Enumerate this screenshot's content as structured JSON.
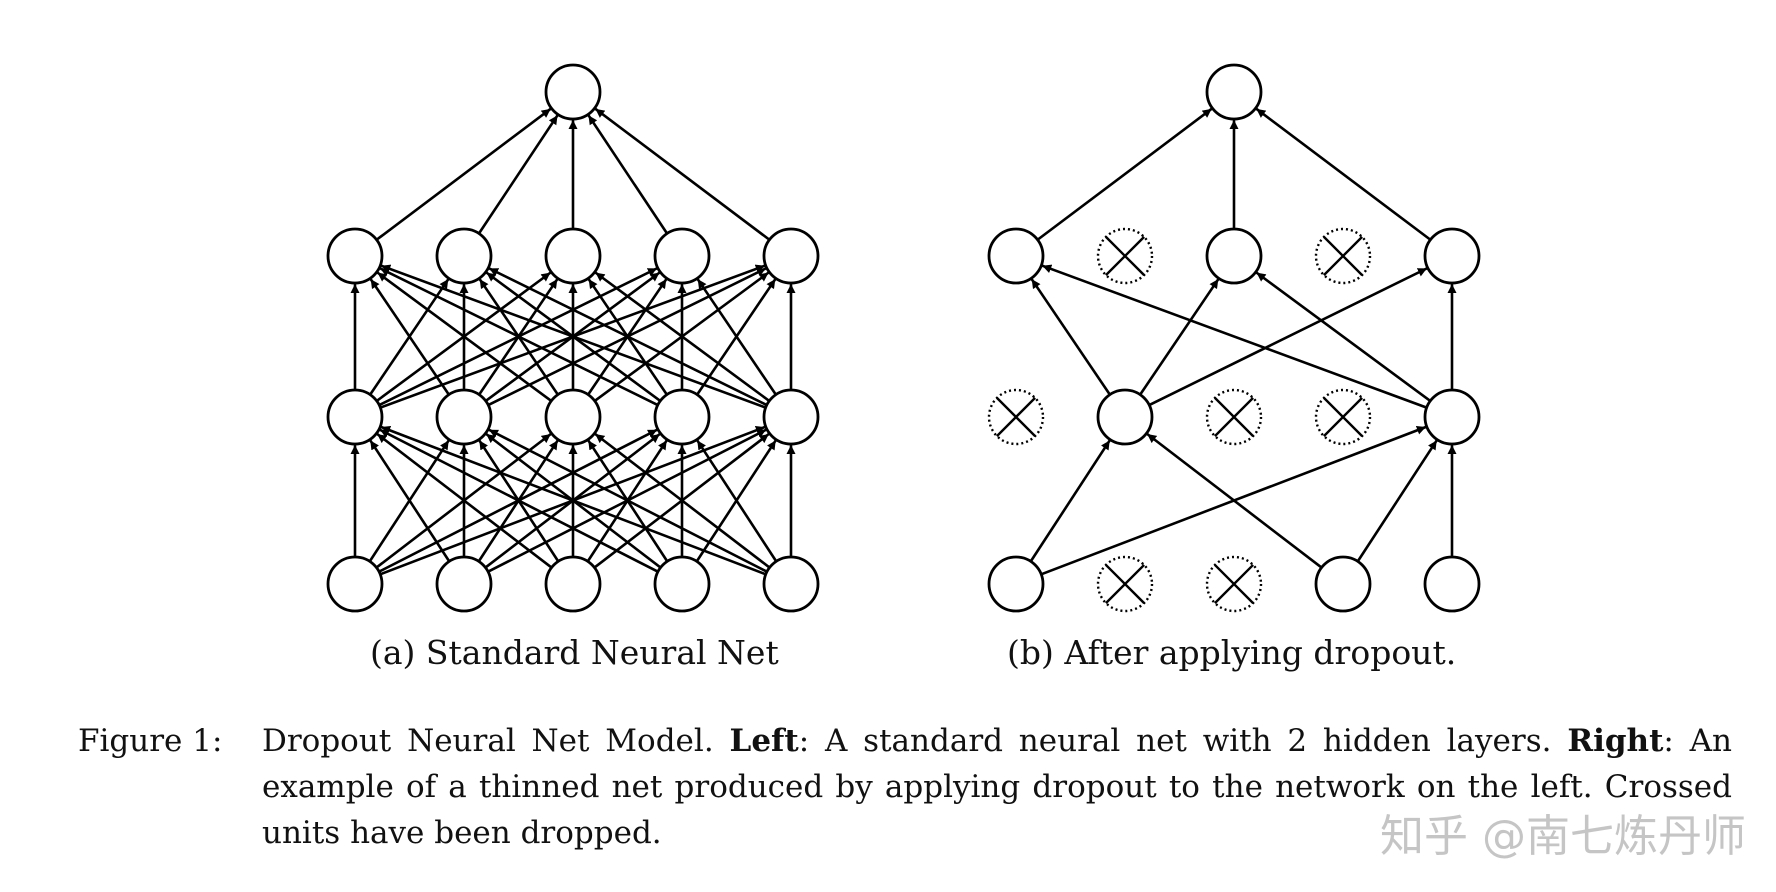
{
  "diagrams": {
    "a": {
      "caption": "(a) Standard Neural Net",
      "layers": [
        5,
        5,
        5,
        1
      ],
      "dropped": []
    },
    "b": {
      "caption": "(b) After applying dropout.",
      "layers": [
        5,
        5,
        5,
        1
      ],
      "dropped": [
        [
          0,
          1
        ],
        [
          0,
          2
        ],
        [
          1,
          0
        ],
        [
          1,
          2
        ],
        [
          1,
          3
        ],
        [
          2,
          1
        ],
        [
          2,
          3
        ]
      ],
      "edges": [
        [
          [
            0,
            0
          ],
          [
            1,
            1
          ]
        ],
        [
          [
            0,
            0
          ],
          [
            1,
            4
          ]
        ],
        [
          [
            0,
            3
          ],
          [
            1,
            1
          ]
        ],
        [
          [
            0,
            3
          ],
          [
            1,
            4
          ]
        ],
        [
          [
            0,
            4
          ],
          [
            1,
            4
          ]
        ],
        [
          [
            1,
            1
          ],
          [
            2,
            0
          ]
        ],
        [
          [
            1,
            1
          ],
          [
            2,
            2
          ]
        ],
        [
          [
            1,
            1
          ],
          [
            2,
            4
          ]
        ],
        [
          [
            1,
            4
          ],
          [
            2,
            0
          ]
        ],
        [
          [
            1,
            4
          ],
          [
            2,
            2
          ]
        ],
        [
          [
            1,
            4
          ],
          [
            2,
            4
          ]
        ],
        [
          [
            2,
            0
          ],
          [
            3,
            0
          ]
        ],
        [
          [
            2,
            2
          ],
          [
            3,
            0
          ]
        ],
        [
          [
            2,
            4
          ],
          [
            3,
            0
          ]
        ]
      ]
    }
  },
  "caption": {
    "label": "Figure 1:",
    "intro": "Dropout Neural Net Model.",
    "left_label": "Left",
    "left_text": ": A standard neural net with 2 hidden layers.",
    "right_label": "Right",
    "right_text": ": An example of a thinned net produced by applying dropout to the network on the left. Crossed units have been dropped."
  },
  "watermark": "知乎 @南七炼丹师"
}
